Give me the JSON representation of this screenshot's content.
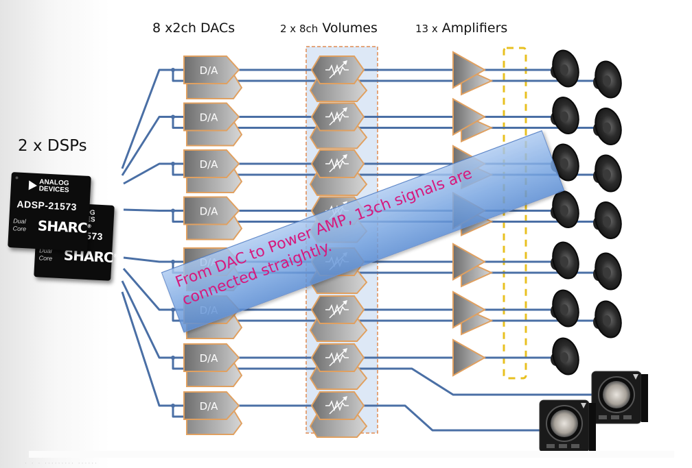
{
  "headers": {
    "dacs": {
      "count": "8 x2ch",
      "label": "DACs"
    },
    "volumes": {
      "count": "2 x 8ch",
      "label": "Volumes"
    },
    "amplifiers": {
      "count": "13 x",
      "label": "Amplifiers"
    },
    "dsps": "2 x DSPs"
  },
  "dsp_chip": {
    "brand_line1": "ANALOG",
    "brand_line2": "DEVICES",
    "part_number": "ADSP-21573",
    "core_line1": "Dual",
    "core_line2": "Core",
    "product": "SHARC",
    "reg_mark": "®",
    "count": 2
  },
  "dac_block": {
    "label": "D/A",
    "count": 8,
    "channels_each": 2
  },
  "volume_block": {
    "icon": "variable-resistor-icon",
    "count": 8,
    "channels_each": 2
  },
  "amplifier_block": {
    "icon": "triangle-amplifier-icon",
    "count": 13
  },
  "outputs": {
    "speakers": 13,
    "subwoofers": 2
  },
  "callout": {
    "text": "From DAC to Power AMP, 13ch signals are connected straightly."
  },
  "footer": {
    "text": "· · ·  ·········  ······"
  },
  "colors": {
    "signal_line": "#4a6fa5",
    "block_fill": "#8a8a8a",
    "block_border": "#e0a060",
    "volume_group_border": "#e08a50",
    "volume_group_fill": "#dde8f6",
    "amp_group_border": "#e8c020",
    "callout_text": "#d6197d",
    "callout_fill": "#8fb4e6"
  }
}
